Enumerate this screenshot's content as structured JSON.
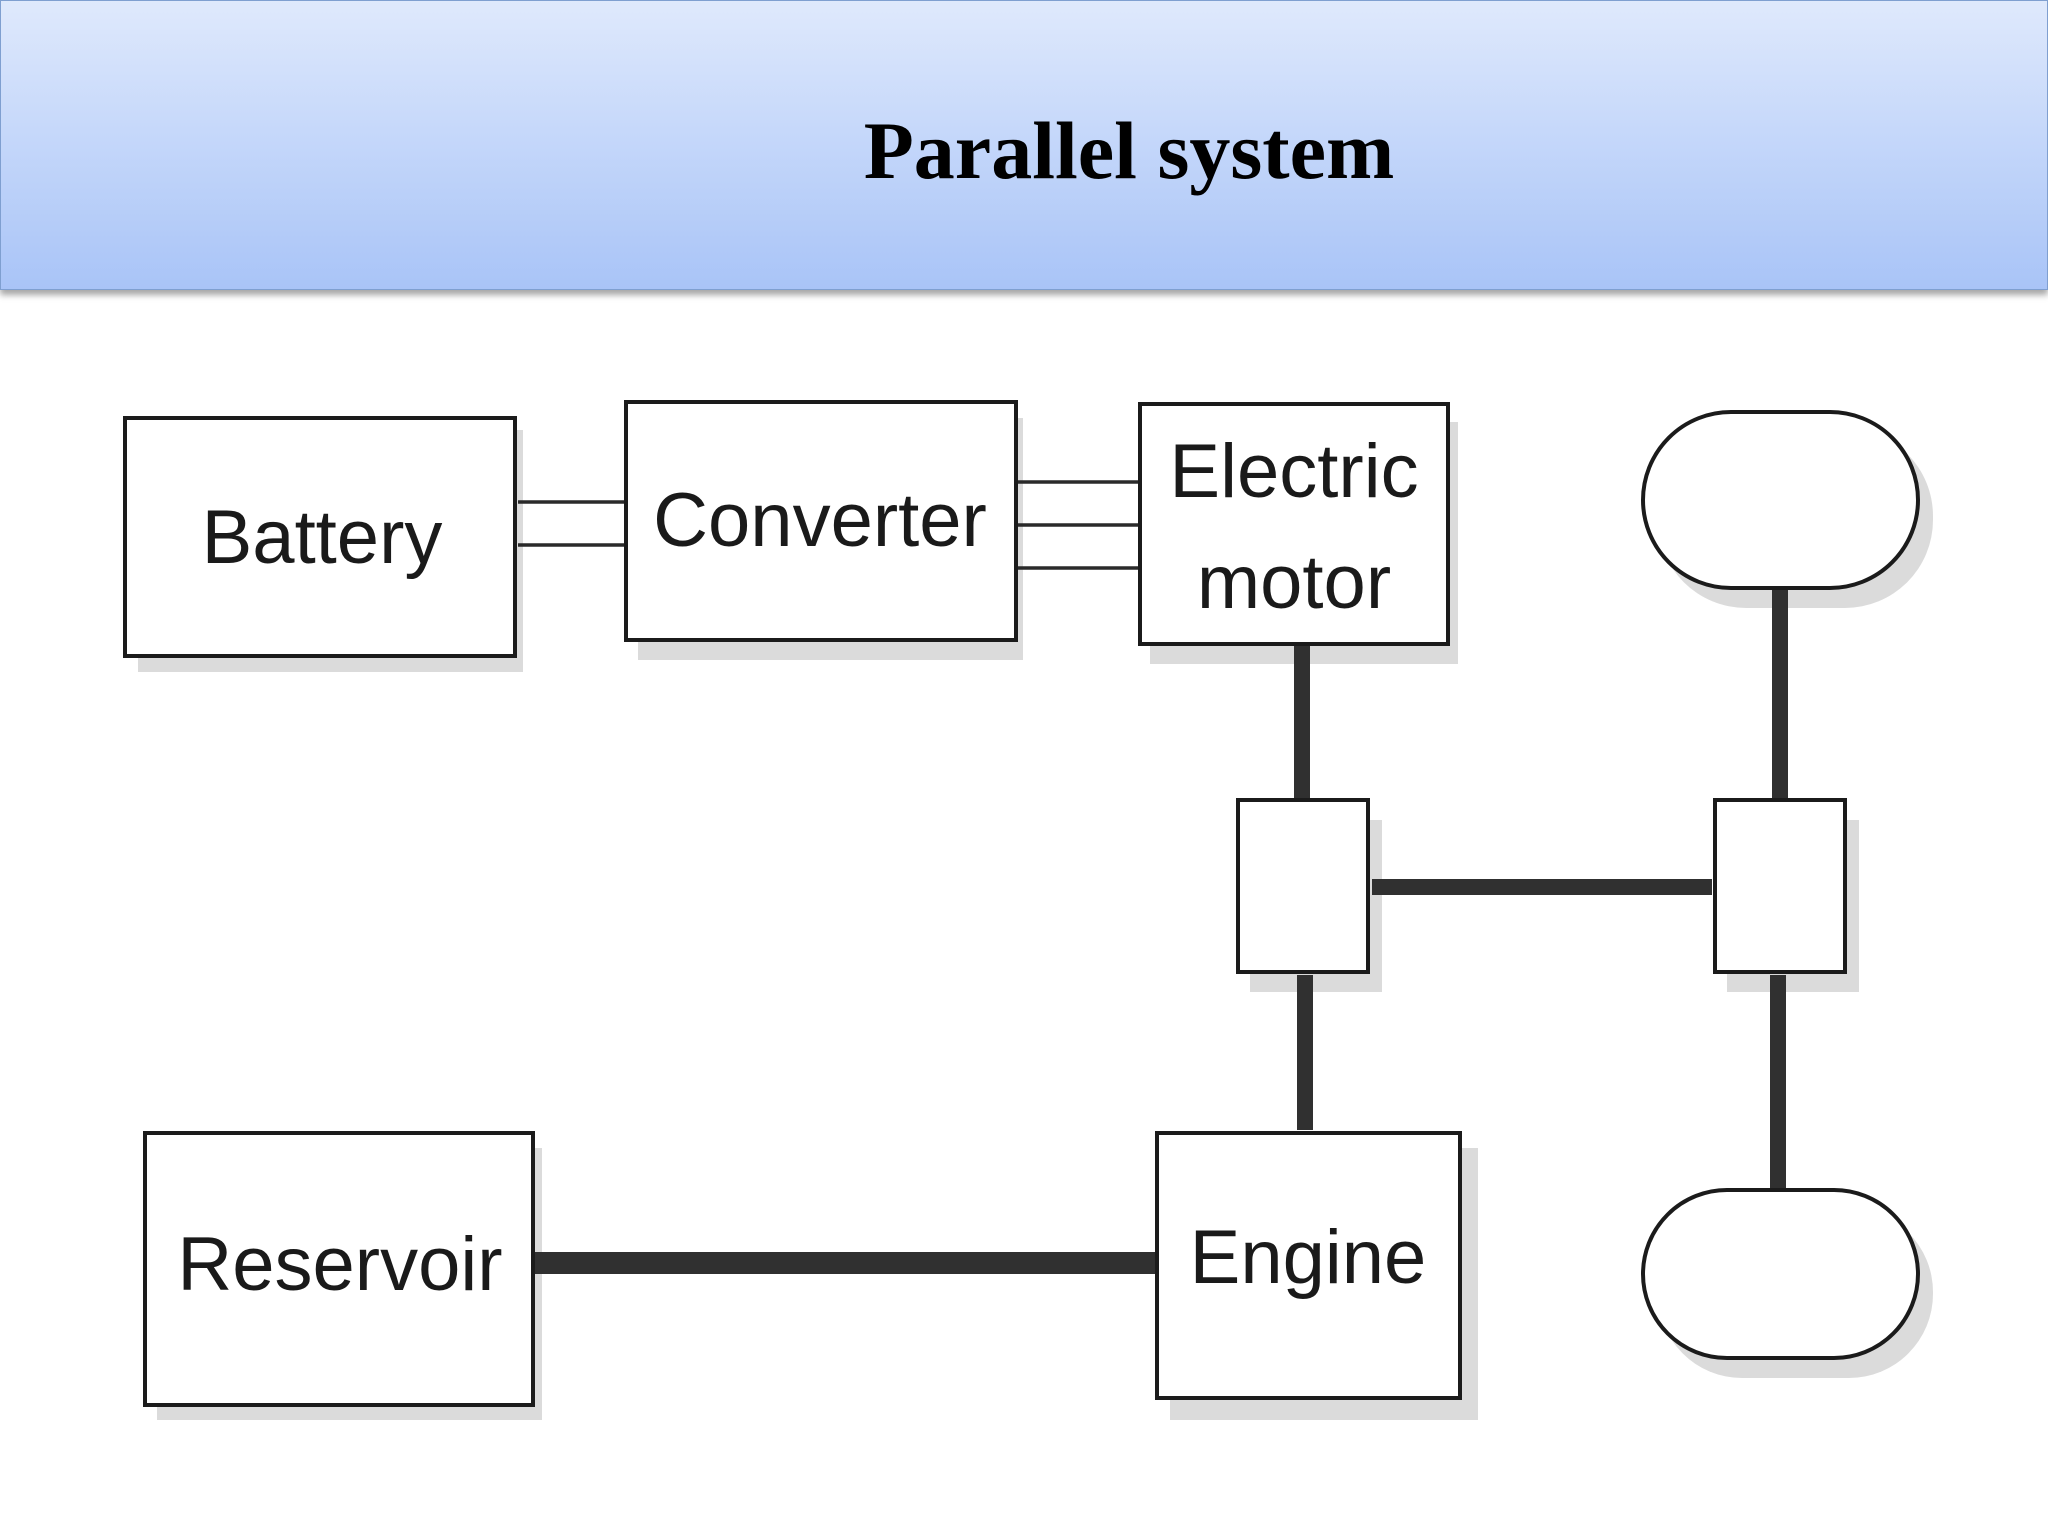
{
  "slide": {
    "title": "Parallel system"
  },
  "diagram": {
    "battery_label": "Battery",
    "converter_label": "Converter",
    "motor_label_line1": "Electric",
    "motor_label_line2": "motor",
    "reservoir_label": "Reservoir",
    "engine_label": "Engine"
  }
}
